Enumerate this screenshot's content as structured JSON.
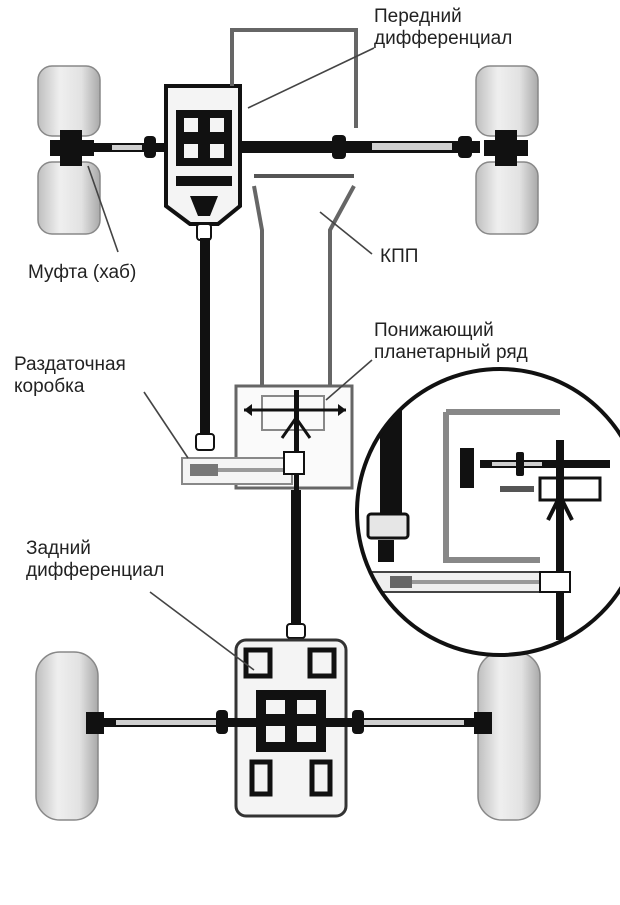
{
  "labels": {
    "front_diff": {
      "line1": "Передний",
      "line2": "дифференциал"
    },
    "hub_clutch": "Муфта (хаб)",
    "gearbox": "КПП",
    "low_range": {
      "line1": "Понижающий",
      "line2": "планетарный ряд"
    },
    "transfer_case": {
      "line1": "Раздаточная",
      "line2": "коробка"
    },
    "rear_diff": {
      "line1": "Задний",
      "line2": "дифференциал"
    }
  },
  "colors": {
    "ink": "#111111",
    "tire": "#d6d6d6",
    "tire_edge": "#777777",
    "outline": "#555555",
    "housing": "#f2f2f2"
  }
}
